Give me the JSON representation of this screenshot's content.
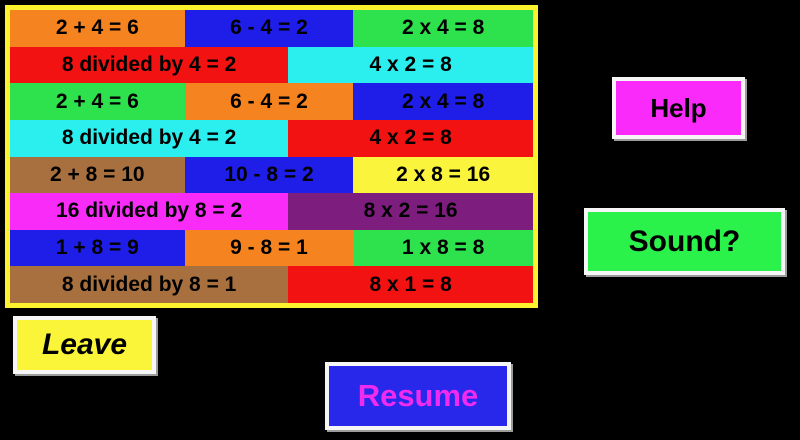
{
  "board": {
    "border_color": "#FCF32E",
    "rows": [
      {
        "cells": [
          {
            "text": "2 + 4 = 6",
            "bg": "#F5831F"
          },
          {
            "text": "6 - 4 = 2",
            "bg": "#1E1EE8"
          },
          {
            "text": "2 x 4 = 8",
            "bg": "#2DE24D"
          }
        ]
      },
      {
        "cells": [
          {
            "text": "8 divided by 4 = 2",
            "bg": "#F21212"
          },
          {
            "text": "4 x 2 = 8",
            "bg": "#2BEFEF"
          }
        ]
      },
      {
        "cells": [
          {
            "text": "2 + 4 = 6",
            "bg": "#2DE24D"
          },
          {
            "text": "6 - 4 = 2",
            "bg": "#F5831F"
          },
          {
            "text": "2 x 4 = 8",
            "bg": "#1E1EE8"
          }
        ]
      },
      {
        "cells": [
          {
            "text": "8 divided by 4 = 2",
            "bg": "#2BEFEF"
          },
          {
            "text": "4 x 2 = 8",
            "bg": "#F21212"
          }
        ]
      },
      {
        "cells": [
          {
            "text": "2 + 8 = 10",
            "bg": "#A8703E"
          },
          {
            "text": "10 - 8 = 2",
            "bg": "#1E1EE8"
          },
          {
            "text": "2 x 8 = 16",
            "bg": "#FAF53C"
          }
        ]
      },
      {
        "cells": [
          {
            "text": "16 divided by 8 = 2",
            "bg": "#F92BF9"
          },
          {
            "text": "8 x 2 = 16",
            "bg": "#7D1E7E"
          }
        ]
      },
      {
        "cells": [
          {
            "text": "1 + 8 = 9",
            "bg": "#1E1EE8"
          },
          {
            "text": "9 - 8 = 1",
            "bg": "#F5831F"
          },
          {
            "text": "1 x 8 = 8",
            "bg": "#2DE24D"
          }
        ]
      },
      {
        "cells": [
          {
            "text": "8 divided by 8 = 1",
            "bg": "#A8703E"
          },
          {
            "text": "8 x 1 = 8",
            "bg": "#F21212"
          }
        ]
      }
    ]
  },
  "buttons": {
    "help": {
      "label": "Help",
      "bg": "#FA2BFA",
      "text_color": "#000000"
    },
    "sound": {
      "label": "Sound?",
      "bg": "#2BF24B",
      "text_color": "#000000"
    },
    "leave": {
      "label": "Leave",
      "bg": "#FBF53A",
      "text_color": "#000000"
    },
    "resume": {
      "label": "Resume",
      "bg": "#2828EA",
      "text_color": "#EE2BEE"
    }
  },
  "background_color": "#000000"
}
